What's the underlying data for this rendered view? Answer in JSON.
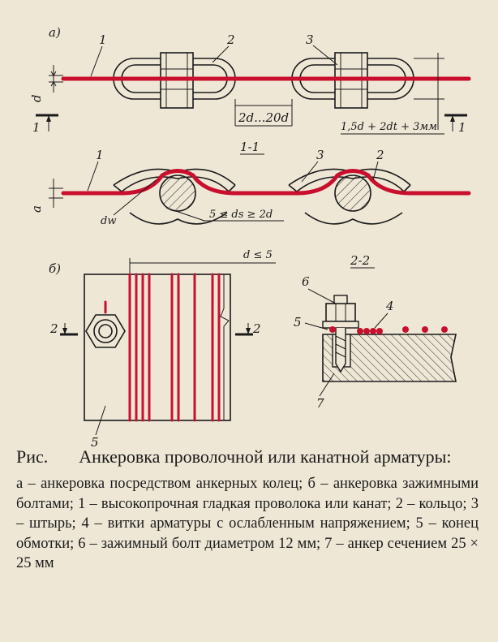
{
  "figure": {
    "panel_labels": {
      "a": "а)",
      "b": "б)"
    },
    "section_1_1": "1-1",
    "section_2_2": "2-2",
    "parts": [
      "1",
      "2",
      "3",
      "4",
      "5",
      "6",
      "7"
    ],
    "dims": {
      "d": "d",
      "a": "a",
      "spacing": "2d...20d",
      "ring_len": "1,5d + 2dt + 3мм",
      "dw": "dw",
      "ds": "5 ≤ ds ≥ 2d",
      "d_le": "d ≤ 5"
    },
    "section_marks": {
      "one": "1",
      "two": "2"
    },
    "colors": {
      "wire": "#c8102e",
      "ink": "#1a1a1a",
      "paper": "#efe7d6"
    }
  },
  "caption": {
    "ris": "Рис.",
    "title": "Анкеровка проволочной или канатной арматуры:",
    "body": "а – анкеровка посредством анкерных колец; б – анкеровка зажимными болтами; 1 – высокопрочная гладкая проволока или канат; 2 – кольцо; 3 – штырь; 4 – витки арматуры с ослабленным напряжением; 5 – конец обмотки; 6 – зажимный болт диаметром 12 мм; 7 – анкер сечением 25 × 25 мм"
  }
}
